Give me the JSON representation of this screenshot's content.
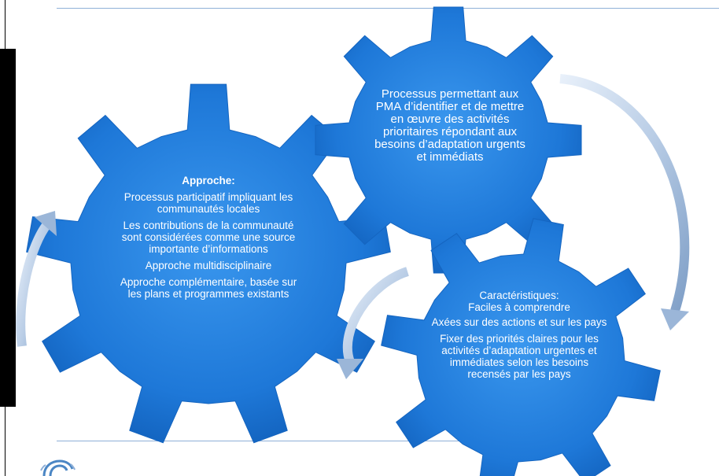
{
  "left_gear": {
    "heading": "Approche:",
    "items": [
      "Processus participatif impliquant les communautés locales",
      "Les contributions de la communauté sont considérées comme une source importante d’informations",
      "Approche multidisciplinaire",
      "Approche complémentaire, basée sur les plans et programmes existants"
    ]
  },
  "top_gear": {
    "text": "Processus permettant aux PMA d’identifier et de mettre en œuvre des activités prioritaires répondant aux besoins d’adaptation urgents et immédiats"
  },
  "right_gear": {
    "heading": "Caractéristiques",
    "heading_suffix": ":",
    "items": [
      "Faciles à comprendre",
      "Axées sur des actions et sur les pays",
      "Fixer des priorités claires pour les activités d’adaptation urgentes et immédiates selon les besoins recensés par les pays"
    ]
  },
  "colors": {
    "gear": "#1e78d8",
    "gear_dark": "#0f4f9e",
    "arrow": "#b9cde6",
    "text": "#ffffff"
  },
  "icons": {
    "logo": "unfccc-logo-icon"
  }
}
